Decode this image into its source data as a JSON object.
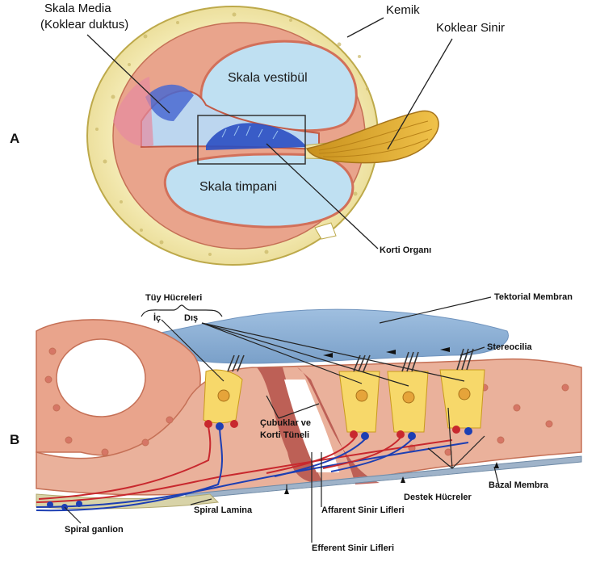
{
  "panel_a": {
    "panel_letter": "A",
    "labels": {
      "skala_media": "Skala Media",
      "koklear_duktus": "(Koklear duktus)",
      "kemik": "Kemik",
      "koklear_sinir": "Koklear Sinir",
      "skala_vestibul": "Skala vestibül",
      "skala_timpani": "Skala timpani",
      "korti_organi": "Korti Organı"
    }
  },
  "panel_b": {
    "panel_letter": "B",
    "labels": {
      "tuy_hucreleri": "Tüy Hücreleri",
      "ic": "İç",
      "dis": "Dış",
      "tektorial_membran": "Tektorial Membran",
      "stereocilia": "Stereocilia",
      "cubuklar_ve": "Çubuklar ve",
      "korti_tuneli": "Korti Tüneli",
      "bazal_membra": "Bazal Membra",
      "destek_hucreler": "Destek Hücreler",
      "spiral_lamina": "Spiral Lamina",
      "affarent_sinir_lifleri": "Affarent Sinir Lifleri",
      "spiral_ganlion": "Spiral ganlion",
      "efferent_sinir_lifleri": "Efferent Sinir Lifleri"
    }
  },
  "colors": {
    "bone": "#f4ecb0",
    "fluid": "#b9dcef",
    "tissue": "#e29e86",
    "hair_cell": "#f7d86a",
    "tectorial": "#8eb3d6",
    "nerve_blue": "#1d3fb3",
    "nerve_red": "#c8282e"
  }
}
